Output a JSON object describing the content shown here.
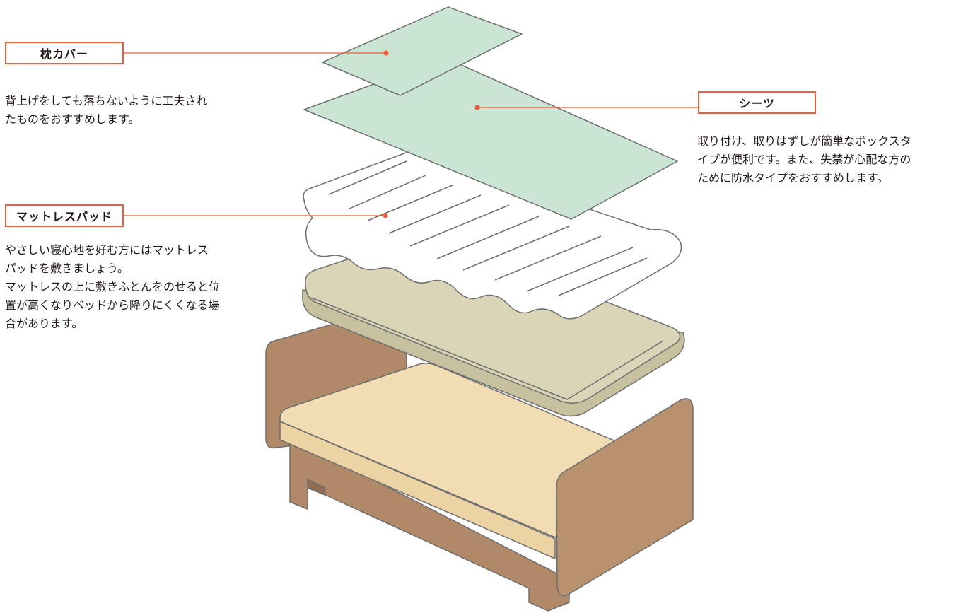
{
  "colors": {
    "accent": "#e95f3c",
    "sheet_fill": "#cae5d3",
    "pad_fill": "#ffffff",
    "mattress_fill": "#dad5b6",
    "mattress_side": "#c7c1a0",
    "bed_top": "#f1dcb3",
    "bed_frame": "#b08969",
    "outline": "#6e6e6e"
  },
  "callouts": {
    "pillow_cover": {
      "title": "枕カバー",
      "desc": [
        "背上げをしても落ちないように工夫され",
        "たものをおすすめします。"
      ]
    },
    "sheet": {
      "title": "シーツ",
      "desc": [
        "取り付け、取りはずしが簡単なボックスタ",
        "イプが便利です。また、失禁が心配な方の",
        "ために防水タイプをおすすめします。"
      ]
    },
    "mattress_pad": {
      "title": "マットレスパッド",
      "desc": [
        "やさしい寝心地を好む方にはマットレス",
        "パッドを敷きましょう。",
        "マットレスの上に敷きふとんをのせると位",
        "置が高くなりベッドから降りにくくなる場",
        "合があります。"
      ]
    }
  }
}
